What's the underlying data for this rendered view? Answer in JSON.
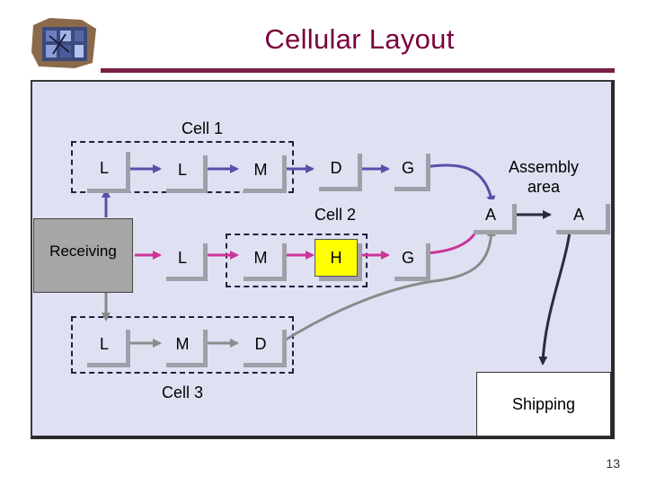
{
  "title": "Cellular Layout",
  "page_number": "13",
  "cells": {
    "cell1": "Cell 1",
    "cell2": "Cell 2",
    "cell3": "Cell 3"
  },
  "assembly": "Assembly\narea",
  "stations": {
    "receiving": "Receiving",
    "shipping": "Shipping",
    "r1_l_left": "L",
    "r1_l": "L",
    "r1_m": "M",
    "r1_d": "D",
    "r1_g": "G",
    "r2_l": "L",
    "r2_m": "M",
    "r2_h": "H",
    "r2_g": "G",
    "r3_l": "L",
    "r3_m": "M",
    "r3_d": "D",
    "asm_a1": "A",
    "asm_a2": "A"
  },
  "colors": {
    "title": "#7a003c",
    "flow_blue": "#5a4fa8",
    "flow_magenta": "#cc3399",
    "flow_gray": "#8a8a8a",
    "flow_dark": "#2a2a40",
    "highlight": "#ffff00",
    "panel": "#dfe1f3"
  }
}
